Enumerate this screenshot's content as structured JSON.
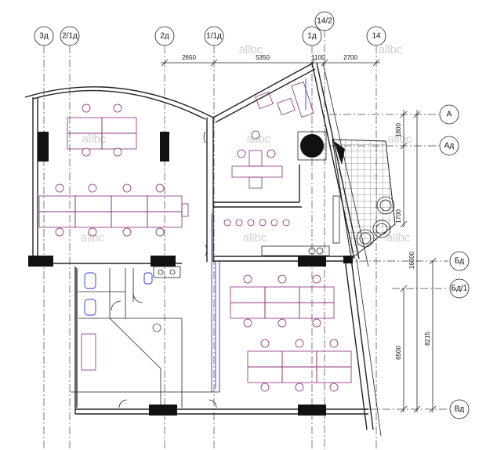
{
  "drawing": {
    "axes_top": [
      "3д",
      "2/1д",
      "2д",
      "1/1д",
      "1д",
      "14/2",
      "14"
    ],
    "axes_right": [
      "А",
      "Ад",
      "Бд",
      "Бд/1",
      "Вд"
    ],
    "dims_top": [
      "2650",
      "5350",
      "1100",
      "2700"
    ],
    "dims_right": [
      "1800",
      "1700",
      "16000",
      "8215",
      "6500"
    ],
    "watermark": "allbc"
  }
}
